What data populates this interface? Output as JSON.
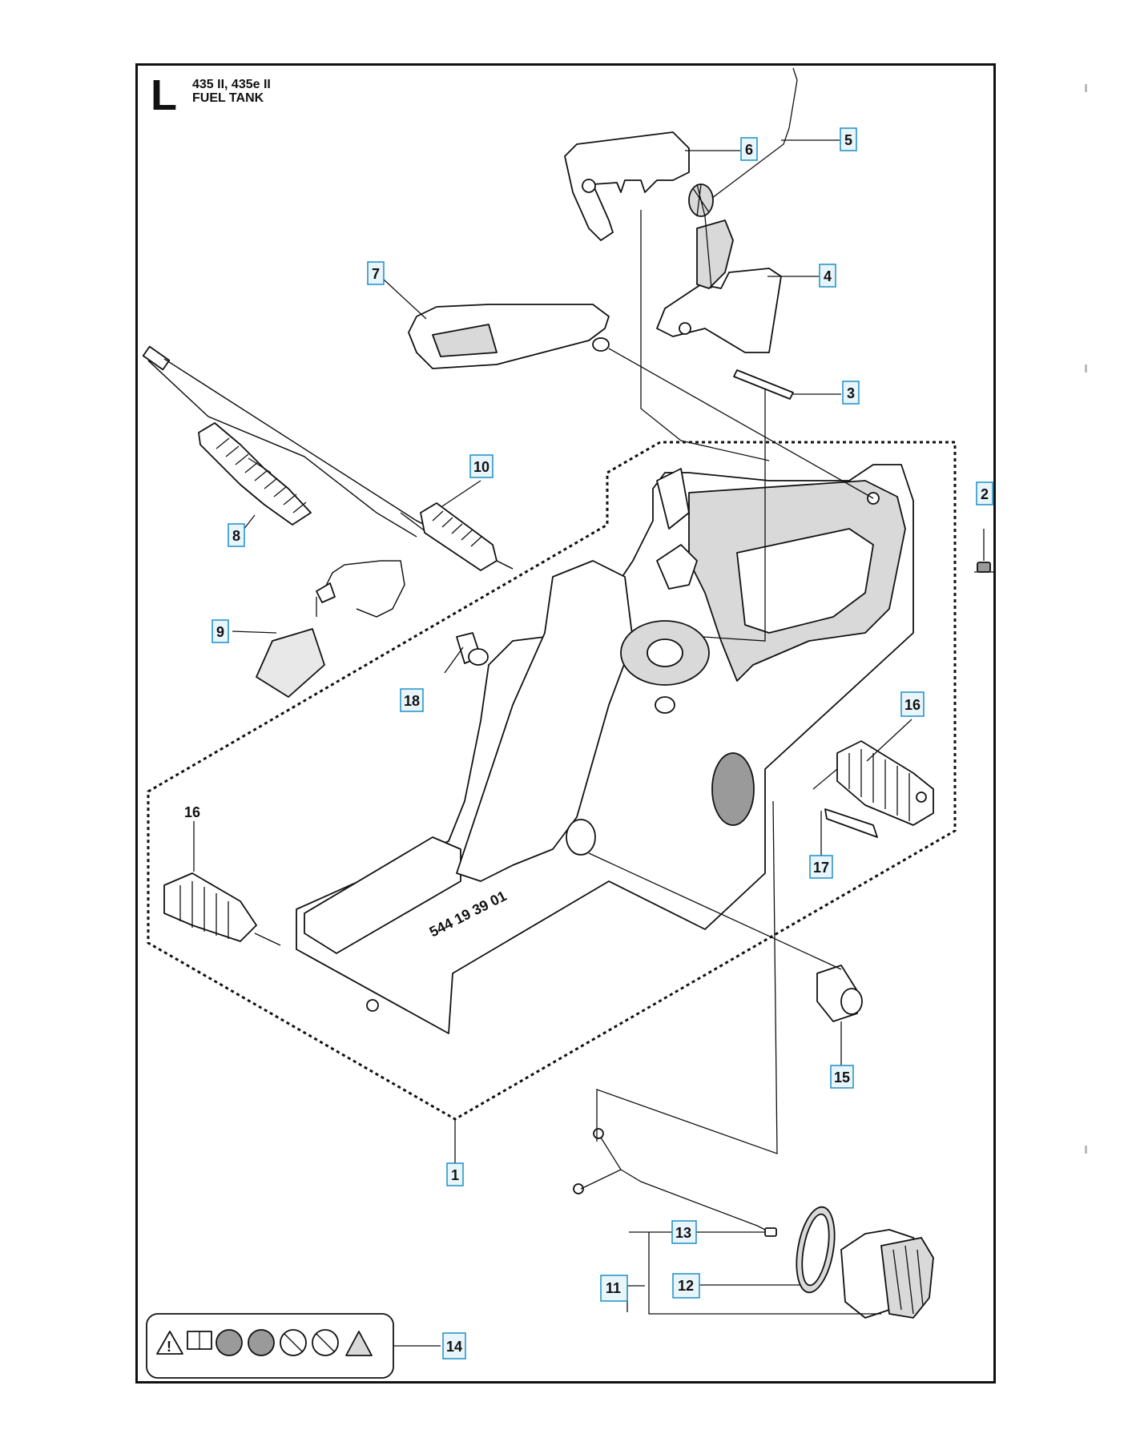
{
  "header": {
    "section_letter": "L",
    "model_line": "435 II, 435e II",
    "assembly_title": "FUEL TANK"
  },
  "callouts": {
    "c1": "1",
    "c2": "2",
    "c3": "3",
    "c4": "4",
    "c5": "5",
    "c6": "6",
    "c7": "7",
    "c8": "8",
    "c9": "9",
    "c10": "10",
    "c11": "11",
    "c12": "12",
    "c13": "13",
    "c14": "14",
    "c15": "15",
    "c16a": "16",
    "c16b": "16",
    "c17": "17",
    "c18": "18"
  },
  "tank_marking": "544 19 39 01"
}
